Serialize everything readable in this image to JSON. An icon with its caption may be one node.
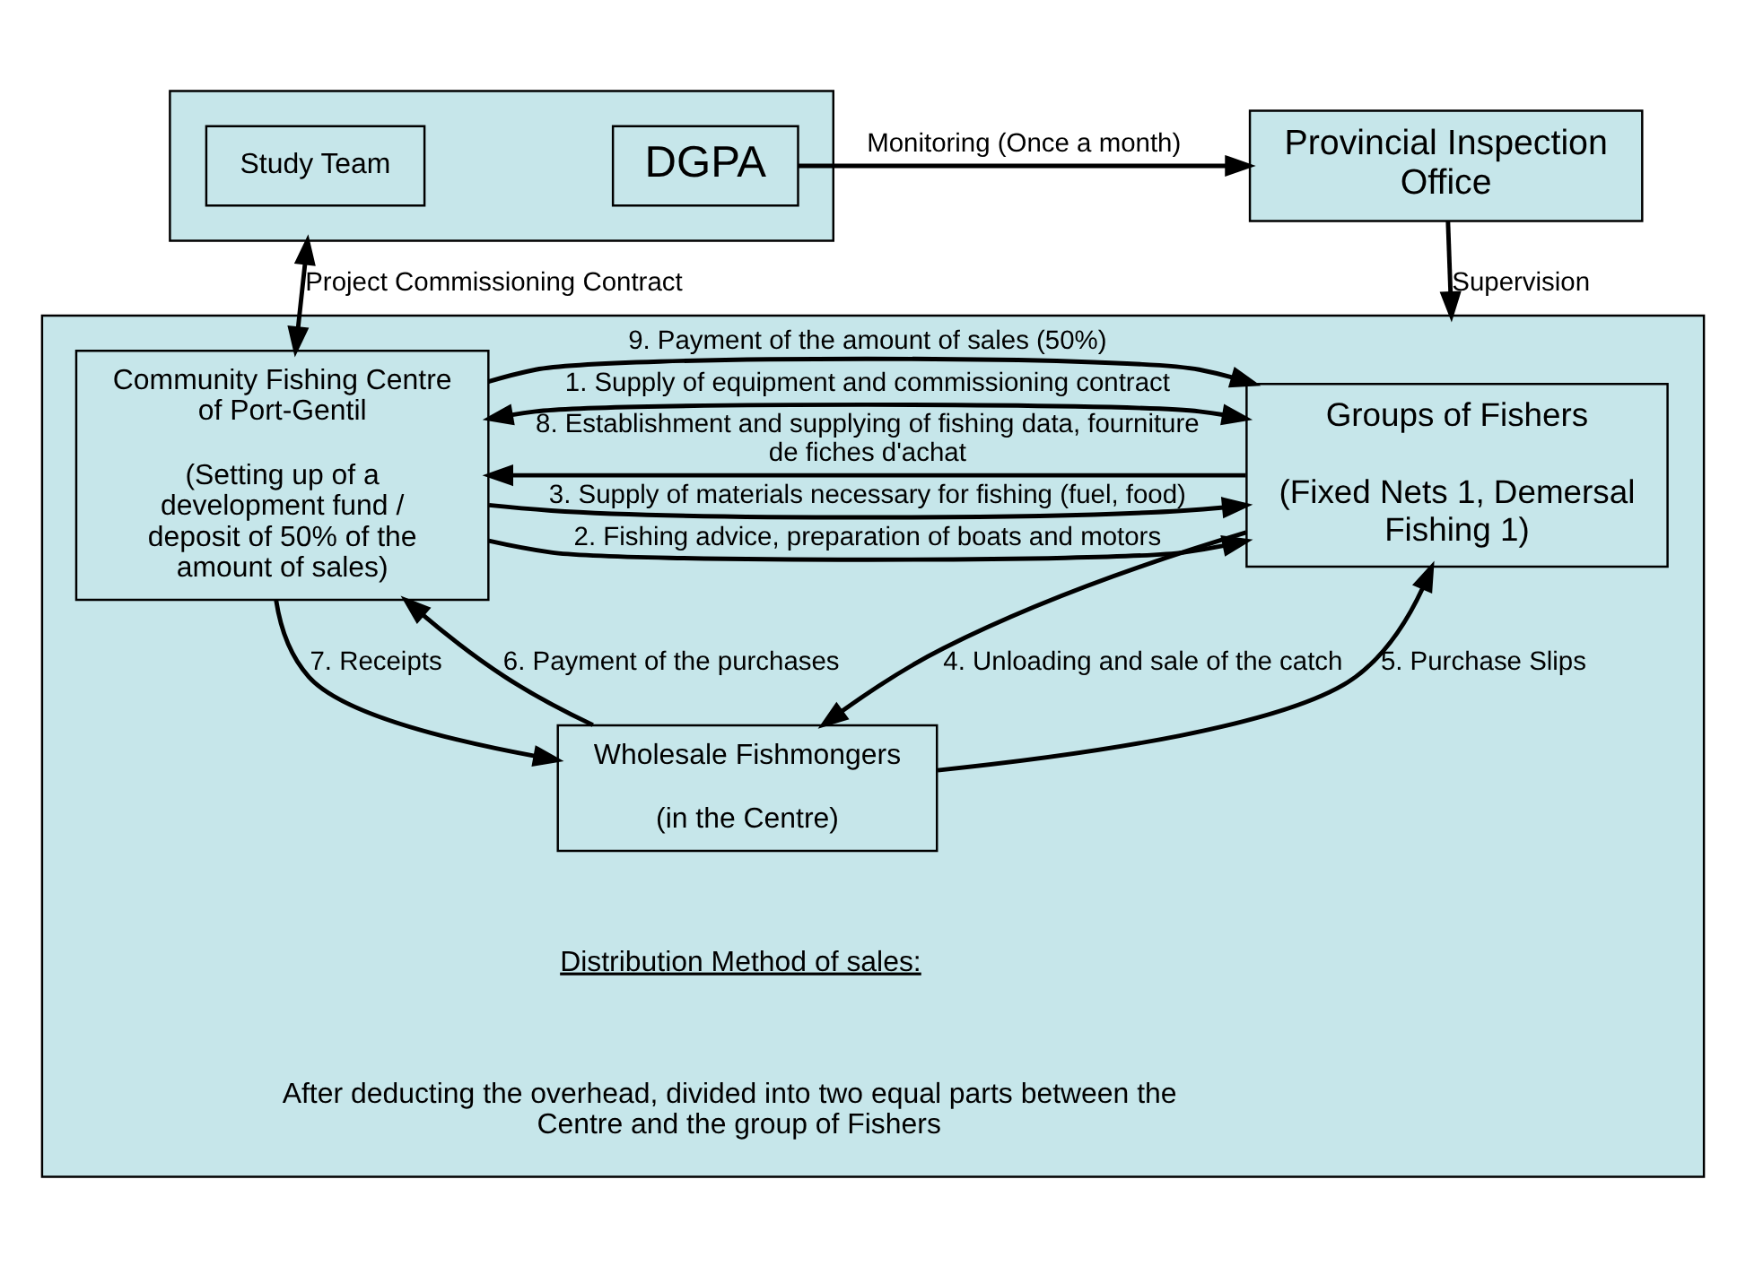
{
  "diagram": {
    "nodes": [
      {
        "text": [],
        "shape": "box"
      },
      {
        "text": [
          "Study Team"
        ],
        "in": 0
      },
      {
        "text": [
          "DGPA"
        ],
        "in": 0
      },
      {
        "text": [
          "Provincial Inspection Office"
        ]
      },
      {
        "text": [],
        "shape": "box"
      },
      {
        "text": [
          "Community Fishing Centre of Port-Gentil",
          "(Setting up of a development fund / deposit of 50% of the amount of sales)"
        ],
        "in": 4
      },
      {
        "text": [
          "Groups of Fishers",
          "(Fixed Nets 1, Demersal Fishing 1)"
        ],
        "in": 4
      },
      {
        "text": [
          "Wholesale Fishmongers",
          "(in the Centre)"
        ],
        "in": 4
      }
    ],
    "edges": [
      {
        "from": 2,
        "to": 3,
        "arrow": "to",
        "label": "Monitoring (Once a month)"
      },
      {
        "from": 3,
        "to": 4,
        "arrow": "to",
        "label": "Supervision"
      },
      {
        "from": 0,
        "to": 5,
        "arrow": "both",
        "label": "Project Commissioning Contract"
      },
      {
        "from": 5,
        "to": 6,
        "arrow": "both",
        "label": "1. Supply of equipment and commissioning contract"
      },
      {
        "from": 5,
        "to": 6,
        "arrow": "to",
        "label": "2. Fishing advice, preparation of boats and motors"
      },
      {
        "from": 5,
        "to": 6,
        "arrow": "to",
        "label": "3. Supply of materials necessary for fishing (fuel, food)"
      },
      {
        "from": 6,
        "to": 5,
        "arrow": "to",
        "label": "8. Establishment and supplying of fishing data, fourniture de fiches d'achat"
      },
      {
        "from": 5,
        "to": 6,
        "arrow": "to",
        "label": "9. Payment of the amount of sales (50%)"
      },
      {
        "from": 6,
        "to": 7,
        "arrow": "to",
        "label": "4. Unloading and sale of the catch"
      },
      {
        "from": 7,
        "to": 6,
        "arrow": "to",
        "label": "5. Purchase Slips"
      },
      {
        "from": 7,
        "to": 5,
        "arrow": "to",
        "label": "6. Payment of the purchases"
      },
      {
        "from": 5,
        "to": 7,
        "arrow": "to",
        "label": "7. Receipts"
      }
    ],
    "labels": [
      "Distribution Method of sales:",
      "After deducting the overhead, divided into two equal parts between the Centre and the group of Fishers"
    ]
  }
}
